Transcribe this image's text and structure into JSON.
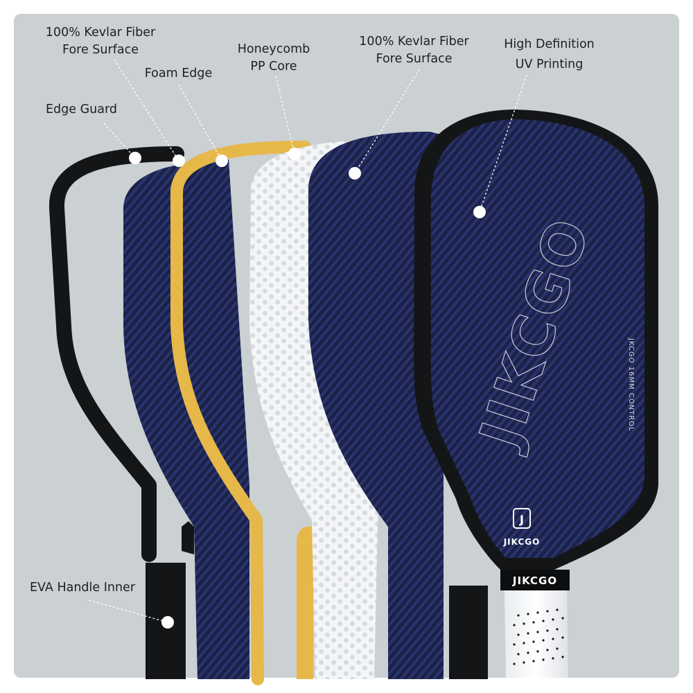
{
  "colors": {
    "panel": "#cbd0d2",
    "edge_guard": "#141517",
    "carbon": "#1b2246",
    "foam": "#e6b84a",
    "honeycomb": "#f4f5f7",
    "label_text": "#1f1f1f"
  },
  "callouts": [
    {
      "id": "kevlar-back",
      "lines": [
        "100% Kevlar Fiber",
        "Fore Surface"
      ]
    },
    {
      "id": "foam-edge",
      "lines": [
        "Foam Edge"
      ]
    },
    {
      "id": "honeycomb",
      "lines": [
        "Honeycomb",
        "PP Core"
      ]
    },
    {
      "id": "kevlar-front",
      "lines": [
        "100% Kevlar Fiber",
        "Fore Surface"
      ]
    },
    {
      "id": "uv-printing",
      "lines": [
        "High Definition",
        "UV Printing"
      ]
    },
    {
      "id": "edge-guard",
      "lines": [
        "Edge Guard"
      ]
    },
    {
      "id": "eva-handle",
      "lines": [
        "EVA Handle Inner"
      ]
    }
  ],
  "paddle": {
    "brand_large": "JIKCGO",
    "model_text": "JKCGO 16MM CONTROL",
    "brand_small": "JIKCGO",
    "collar_text": "JIKCGO",
    "logo_letter": "J"
  }
}
